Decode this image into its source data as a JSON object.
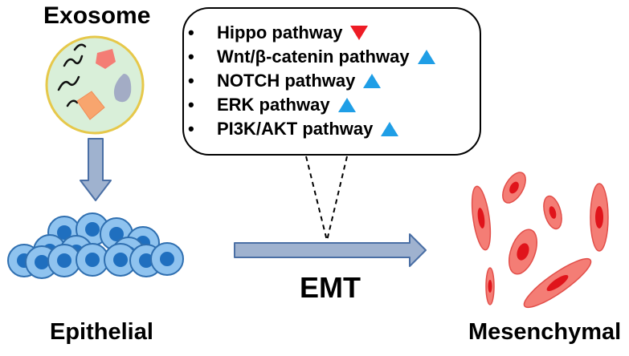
{
  "labels": {
    "exosome": "Exosome",
    "epithelial": "Epithelial",
    "mesenchymal": "Mesenchymal",
    "emt": "EMT"
  },
  "pathways": [
    {
      "name": "Hippo pathway",
      "direction": "down",
      "icon": "down-triangle-icon",
      "color": "#ee1c25"
    },
    {
      "name": "Wnt/β-catenin pathway",
      "direction": "up",
      "icon": "up-triangle-icon",
      "color": "#1f9ee6"
    },
    {
      "name": "NOTCH pathway",
      "direction": "up",
      "icon": "up-triangle-icon",
      "color": "#1f9ee6"
    },
    {
      "name": "ERK pathway",
      "direction": "up",
      "icon": "up-triangle-icon",
      "color": "#1f9ee6"
    },
    {
      "name": "PI3K/AKT pathway",
      "direction": "up",
      "icon": "up-triangle-icon",
      "color": "#1f9ee6"
    }
  ],
  "colors": {
    "exosome_fill": "#d9efd9",
    "exosome_border": "#e6c84a",
    "arrow_fill": "#9fb2cf",
    "arrow_stroke": "#4a6fa5",
    "epithelial_cell": "#8fc3ef",
    "epithelial_nucleus": "#1f6fbf",
    "mesenchymal_cell": "#f47d75",
    "mesenchymal_nucleus": "#e0141b"
  }
}
